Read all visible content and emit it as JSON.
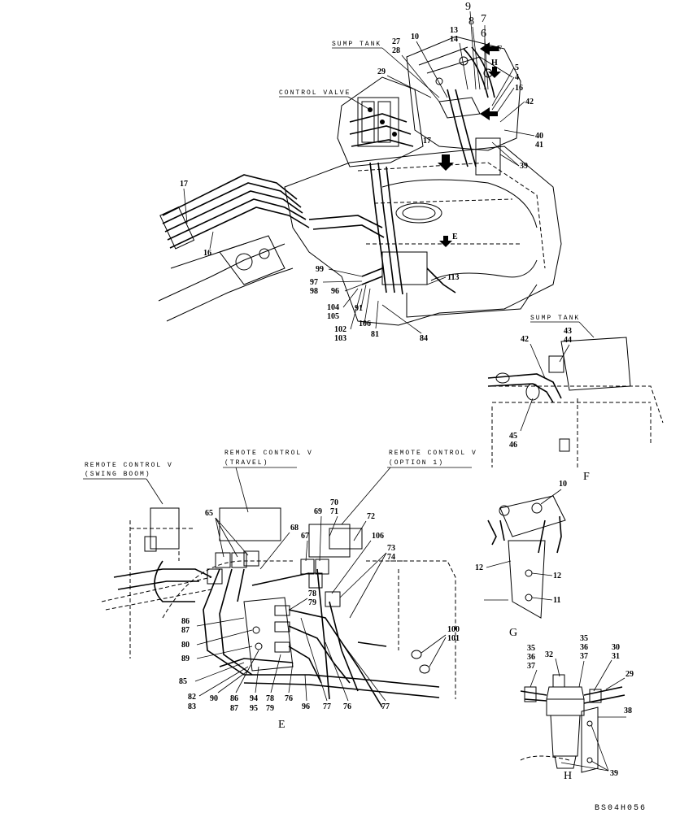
{
  "captions": {
    "sump_tank_top": "SUMP TANK",
    "control_valve": "CONTROL VALVE",
    "sump_tank_f": "SUMP TANK",
    "rcv_swing_1": "REMOTE CONTROL V",
    "rcv_swing_2": "(SWING BOOM)",
    "rcv_travel_1": "REMOTE CONTROL V",
    "rcv_travel_2": "(TRAVEL)",
    "rcv_option_1": "REMOTE CONTROL V",
    "rcv_option_2": "(OPTION 1)"
  },
  "views": {
    "E": "E",
    "F": "F",
    "G": "G",
    "H": "H",
    "e_arrow": "E",
    "f_arrow": "F",
    "h_arrow": "H"
  },
  "drawing_code": "BS04H056",
  "main_labels": [
    "9",
    "8",
    "7",
    "6",
    "13",
    "14",
    "10",
    "27",
    "28",
    "5",
    "4",
    "16",
    "29",
    "42",
    "40",
    "41",
    "39",
    "17",
    "17",
    "16",
    "99",
    "97",
    "98",
    "96",
    "104",
    "105",
    "91",
    "102",
    "103",
    "106",
    "81",
    "84",
    "113"
  ],
  "view_e_labels": [
    "65",
    "68",
    "67",
    "69",
    "70",
    "71",
    "72",
    "106",
    "73",
    "74",
    "78",
    "79",
    "86",
    "87",
    "80",
    "89",
    "85",
    "82",
    "83",
    "90",
    "86",
    "87",
    "94",
    "95",
    "78",
    "79",
    "76",
    "96",
    "77",
    "76",
    "77",
    "100",
    "101"
  ],
  "view_f_labels": [
    "43",
    "44",
    "42",
    "45",
    "46"
  ],
  "view_g_labels": [
    "10",
    "12",
    "12",
    "11"
  ],
  "view_h_labels": [
    "35",
    "36",
    "37",
    "32",
    "35",
    "36",
    "37",
    "30",
    "31",
    "29",
    "38",
    "39"
  ]
}
